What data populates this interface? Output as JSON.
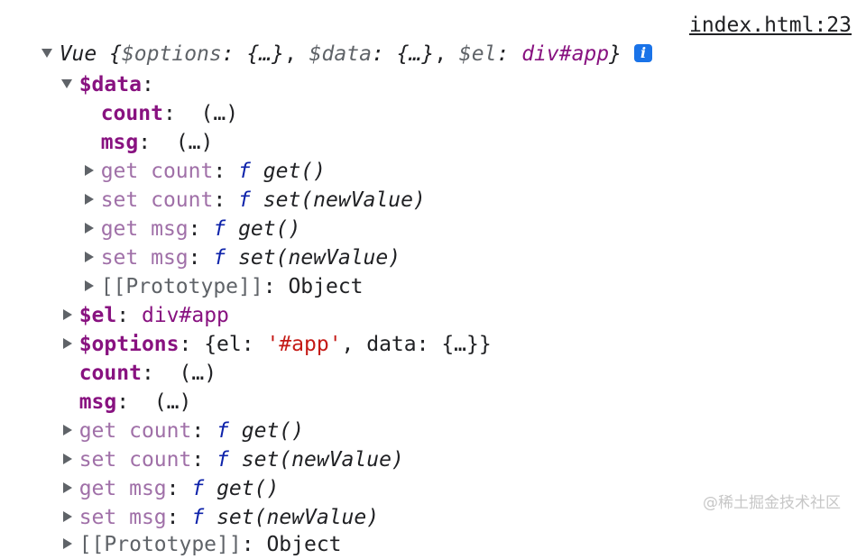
{
  "header": {
    "prefix": "Vue {",
    "k1": "$options",
    "v1": "{…}",
    "k2": "$data",
    "v2": "{…}",
    "k3": "$el",
    "v3": "div#app",
    "suffix": "}",
    "info_icon": "i",
    "source": "index.html:23"
  },
  "data_section": {
    "key": "$data",
    "count_key": "count",
    "count_val": "(…)",
    "msg_key": "msg",
    "msg_val": "(…)",
    "get_count": "get count",
    "get_count_fn": "get()",
    "set_count": "set count",
    "set_count_fn": "set(newValue)",
    "get_msg": "get msg",
    "get_msg_fn": "get()",
    "set_msg": "set msg",
    "set_msg_fn": "set(newValue)",
    "proto_key": "[[Prototype]]",
    "proto_val": "Object"
  },
  "root": {
    "el_key": "$el",
    "el_val": "div#app",
    "options_key": "$options",
    "options_open": "{el: ",
    "options_el": "'#app'",
    "options_mid": ", data: ",
    "options_data": "{…}",
    "options_close": "}",
    "count_key": "count",
    "count_val": "(…)",
    "msg_key": "msg",
    "msg_val": "(…)",
    "get_count": "get count",
    "get_count_fn": "get()",
    "set_count": "set count",
    "set_count_fn": "set(newValue)",
    "get_msg": "get msg",
    "get_msg_fn": "get()",
    "set_msg": "set msg",
    "set_msg_fn": "set(newValue)",
    "proto_key": "[[Prototype]]",
    "proto_val": "Object"
  },
  "f_symbol": "f",
  "colon": ":",
  "watermark": "@稀土掘金技术社区"
}
